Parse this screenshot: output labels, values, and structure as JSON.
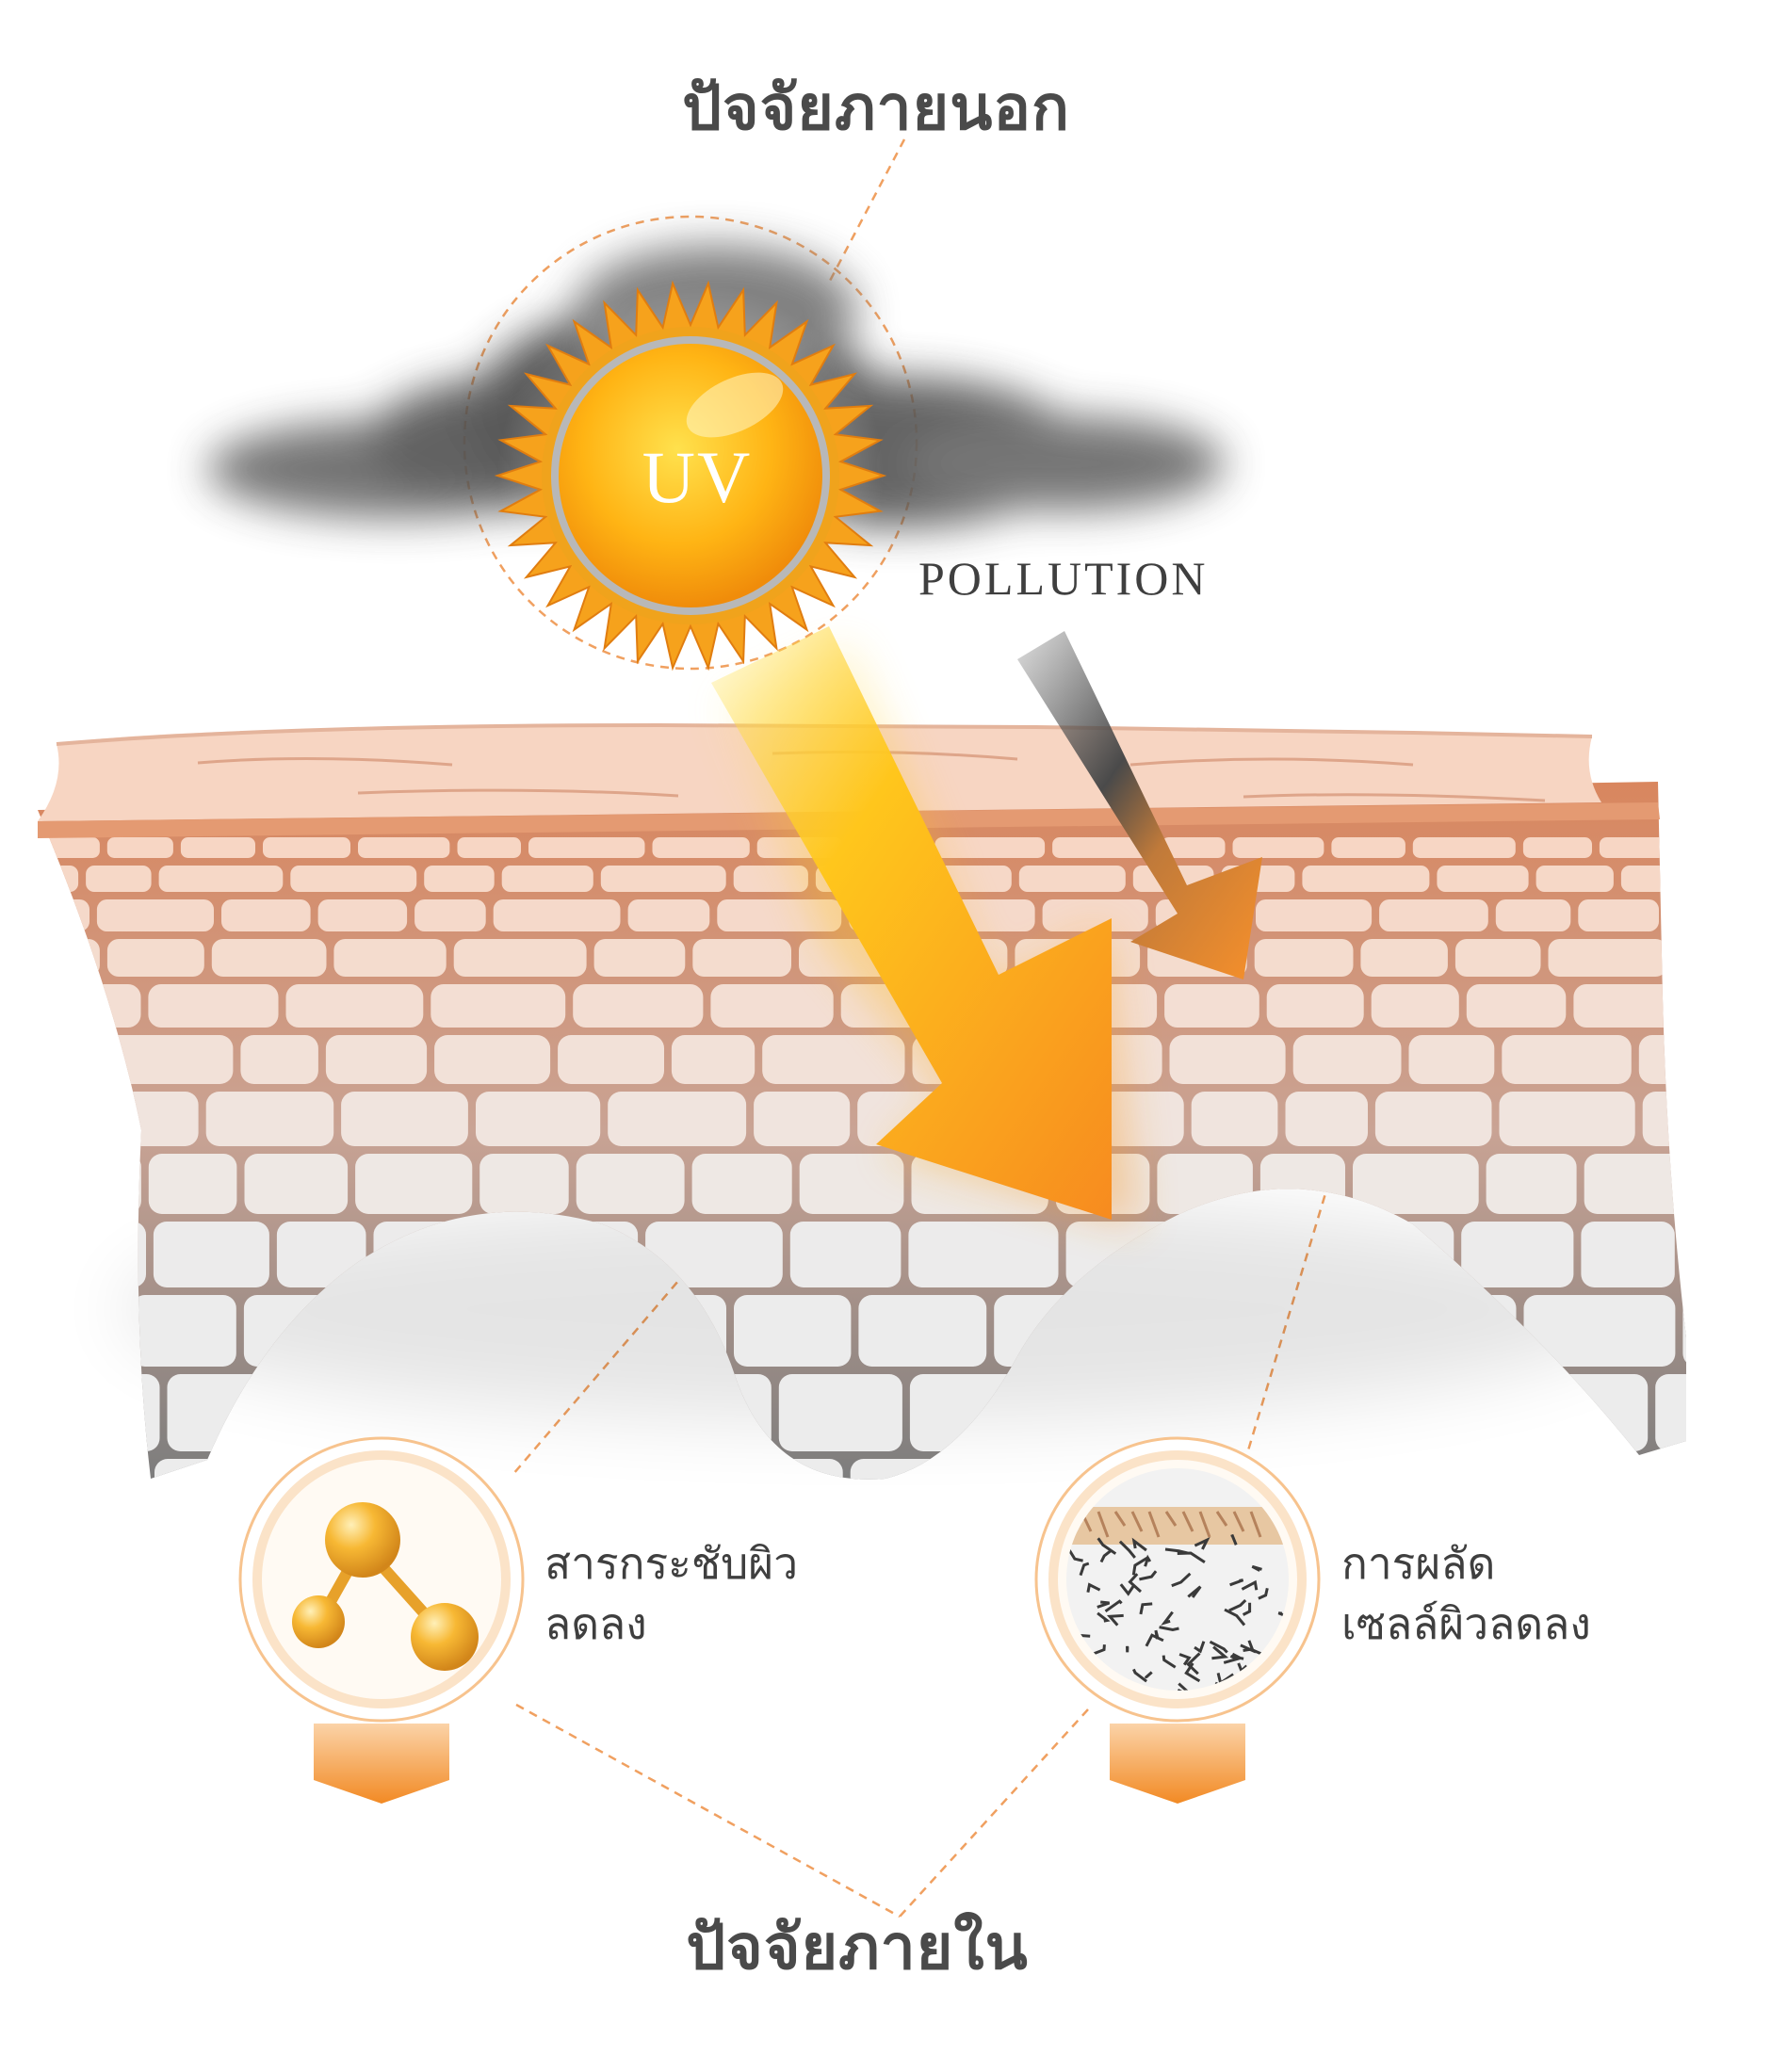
{
  "diagram": {
    "title_external": "ปัจจัยภายนอก",
    "title_internal": "ปัจจัยภายใน",
    "uv_label": "UV",
    "pollution_label": "POLLUTION",
    "moisture_line1": "สารกระชับผิว",
    "moisture_line2": "ลดลง",
    "renewal_line1": "การผลัด",
    "renewal_line2": "เซลล์ผิวลดลง",
    "colors": {
      "accent_orange": "#f39a2e",
      "sun_yellow": "#ffc21a",
      "skin_peach": "#f6d3bf",
      "cell_gray": "#e3e3e3",
      "smoke_gray": "#5a5a5a",
      "text_dark": "#4a4a4a"
    },
    "icons": [
      "sun-icon",
      "smoke-cloud-icon",
      "molecule-icon",
      "cracked-skin-icon"
    ]
  }
}
